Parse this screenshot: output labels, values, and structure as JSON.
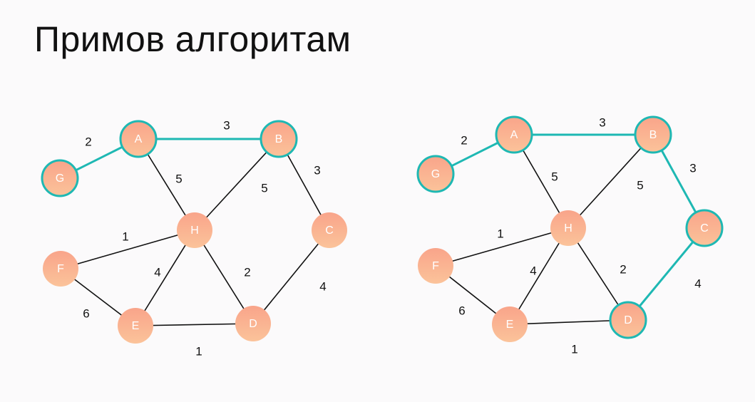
{
  "title": "Примов алгоритам",
  "colors": {
    "node_fill_top": "#f9a48a",
    "node_fill_bottom": "#fbc39a",
    "highlight": "#1eb8b3",
    "edge": "#111111"
  },
  "graphs": [
    {
      "nodes": [
        {
          "id": "G",
          "label": "G",
          "selected": true
        },
        {
          "id": "A",
          "label": "A",
          "selected": true
        },
        {
          "id": "B",
          "label": "B",
          "selected": true
        },
        {
          "id": "H",
          "label": "H",
          "selected": false
        },
        {
          "id": "C",
          "label": "C",
          "selected": false
        },
        {
          "id": "F",
          "label": "F",
          "selected": false
        },
        {
          "id": "E",
          "label": "E",
          "selected": false
        },
        {
          "id": "D",
          "label": "D",
          "selected": false
        }
      ],
      "edges": [
        {
          "from": "G",
          "to": "A",
          "weight": "2",
          "selected": true
        },
        {
          "from": "A",
          "to": "B",
          "weight": "3",
          "selected": true
        },
        {
          "from": "A",
          "to": "H",
          "weight": "5",
          "selected": false
        },
        {
          "from": "B",
          "to": "H",
          "weight": "5",
          "selected": false
        },
        {
          "from": "B",
          "to": "C",
          "weight": "3",
          "selected": false
        },
        {
          "from": "F",
          "to": "H",
          "weight": "1",
          "selected": false
        },
        {
          "from": "H",
          "to": "E",
          "weight": "4",
          "selected": false
        },
        {
          "from": "H",
          "to": "D",
          "weight": "2",
          "selected": false
        },
        {
          "from": "C",
          "to": "D",
          "weight": "4",
          "selected": false
        },
        {
          "from": "F",
          "to": "E",
          "weight": "6",
          "selected": false
        },
        {
          "from": "E",
          "to": "D",
          "weight": "1",
          "selected": false
        }
      ]
    },
    {
      "nodes": [
        {
          "id": "G",
          "label": "G",
          "selected": true
        },
        {
          "id": "A",
          "label": "A",
          "selected": true
        },
        {
          "id": "B",
          "label": "B",
          "selected": true
        },
        {
          "id": "H",
          "label": "H",
          "selected": false
        },
        {
          "id": "C",
          "label": "C",
          "selected": true
        },
        {
          "id": "F",
          "label": "F",
          "selected": false
        },
        {
          "id": "E",
          "label": "E",
          "selected": false
        },
        {
          "id": "D",
          "label": "D",
          "selected": true
        }
      ],
      "edges": [
        {
          "from": "G",
          "to": "A",
          "weight": "2",
          "selected": true
        },
        {
          "from": "A",
          "to": "B",
          "weight": "3",
          "selected": true
        },
        {
          "from": "A",
          "to": "H",
          "weight": "5",
          "selected": false
        },
        {
          "from": "B",
          "to": "H",
          "weight": "5",
          "selected": false
        },
        {
          "from": "B",
          "to": "C",
          "weight": "3",
          "selected": true
        },
        {
          "from": "F",
          "to": "H",
          "weight": "1",
          "selected": false
        },
        {
          "from": "H",
          "to": "E",
          "weight": "4",
          "selected": false
        },
        {
          "from": "H",
          "to": "D",
          "weight": "2",
          "selected": false
        },
        {
          "from": "C",
          "to": "D",
          "weight": "4",
          "selected": true
        },
        {
          "from": "F",
          "to": "E",
          "weight": "6",
          "selected": false
        },
        {
          "from": "E",
          "to": "D",
          "weight": "1",
          "selected": false
        }
      ]
    }
  ]
}
